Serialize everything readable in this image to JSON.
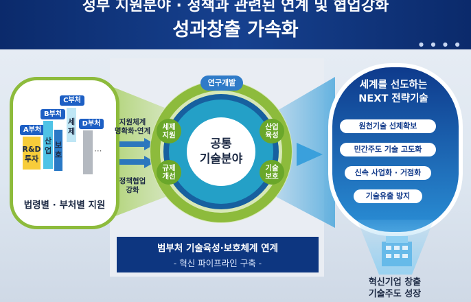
{
  "header": {
    "title_line1": "정부 지원분야 · 정책과 관련된 연계 및 협업강화",
    "title_line2": "성과창출 가속화"
  },
  "laws": {
    "tags": [
      "A부처",
      "B부처",
      "C부처",
      "D부처"
    ],
    "a_text_1": "R&D",
    "a_text_2": "투자",
    "b_text": "산업",
    "c_text_1": "보호",
    "c_text_2": "세제",
    "label": "법령별 · 부처별 지원",
    "ellipsis": "···"
  },
  "arrows": {
    "upper_label_1": "지원체계",
    "upper_label_2": "명확화·연계",
    "lower_label_1": "정책협업",
    "lower_label_2": "강화"
  },
  "circle": {
    "top": "연구개발",
    "core_1": "공통",
    "core_2": "기술분야",
    "left_top_1": "세제",
    "left_top_2": "지원",
    "left_bottom_1": "규제",
    "left_bottom_2": "개선",
    "right_top_1": "산업",
    "right_top_2": "육성",
    "right_bottom_1": "기술",
    "right_bottom_2": "보호"
  },
  "pipeline": {
    "line1": "범부처 기술육성·보호체계 연계",
    "line2": "- 혁신 파이프라인 구축 -"
  },
  "next": {
    "title_1": "세계를 선도하는",
    "title_2": "NEXT 전략기술",
    "items": [
      "원천기술 선제확보",
      "민간주도 기술 고도화",
      "신속 사업화 · 거점화",
      "기술유출 방지"
    ],
    "bottom_1": "혁신기업 창출",
    "bottom_2": "기술주도 성장"
  },
  "colors": {
    "navy": "#0b2a6b",
    "green": "#8dbb3c",
    "blue": "#1d5fc4",
    "cyan": "#29a8de"
  }
}
